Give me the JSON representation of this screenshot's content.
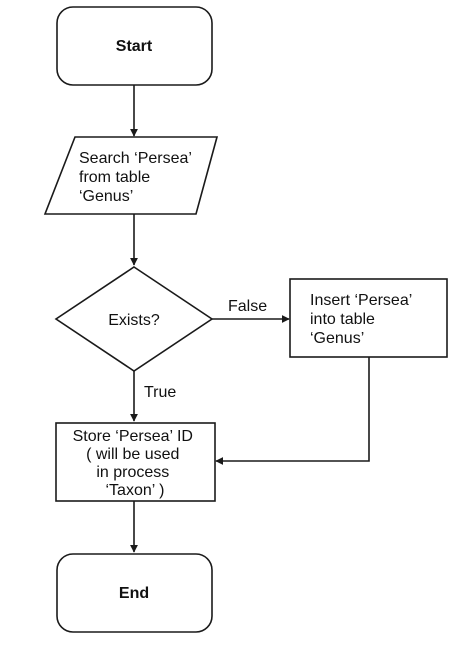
{
  "flowchart": {
    "start": {
      "label": "Start"
    },
    "search": {
      "lines": [
        "Search ‘Persea’",
        "from table",
        "‘Genus’"
      ]
    },
    "decision": {
      "label": "Exists?"
    },
    "insert": {
      "lines": [
        "Insert ‘Persea’",
        "into table",
        "‘Genus’"
      ]
    },
    "store": {
      "lines": [
        "Store ‘Persea’ ID",
        "( will be used",
        "in process",
        "‘Taxon’ )"
      ]
    },
    "end": {
      "label": "End"
    },
    "edges": {
      "false_label": "False",
      "true_label": "True"
    }
  }
}
